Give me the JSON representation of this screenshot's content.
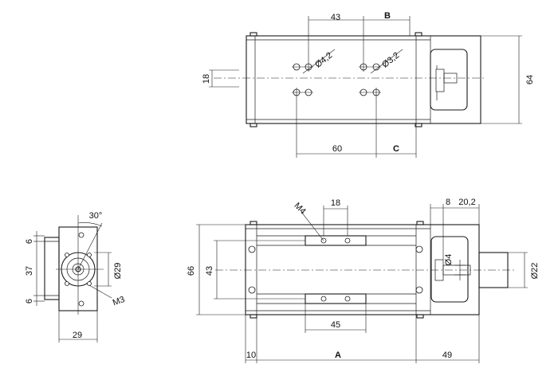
{
  "top_view": {
    "dim_43": "43",
    "dim_B": "B",
    "dim_18": "18",
    "dim_64": "64",
    "dim_60": "60",
    "dim_C": "C",
    "hole_large": "Ø4,2",
    "hole_small": "Ø3,2"
  },
  "side_view": {
    "angle": "30°",
    "dim_6_top": "6",
    "dim_37": "37",
    "dim_6_bottom": "6",
    "dim_29_dia": "Ø29",
    "dim_29_width": "29",
    "thread": "M3"
  },
  "front_view": {
    "thread": "M4",
    "dim_18": "18",
    "dim_8": "8",
    "dim_20_2": "20,2",
    "dim_66": "66",
    "dim_43": "43",
    "dim_4_dia": "Ø4",
    "dim_22_dia": "Ø22",
    "dim_45": "45",
    "dim_10": "10",
    "dim_A": "A",
    "dim_49": "49"
  }
}
